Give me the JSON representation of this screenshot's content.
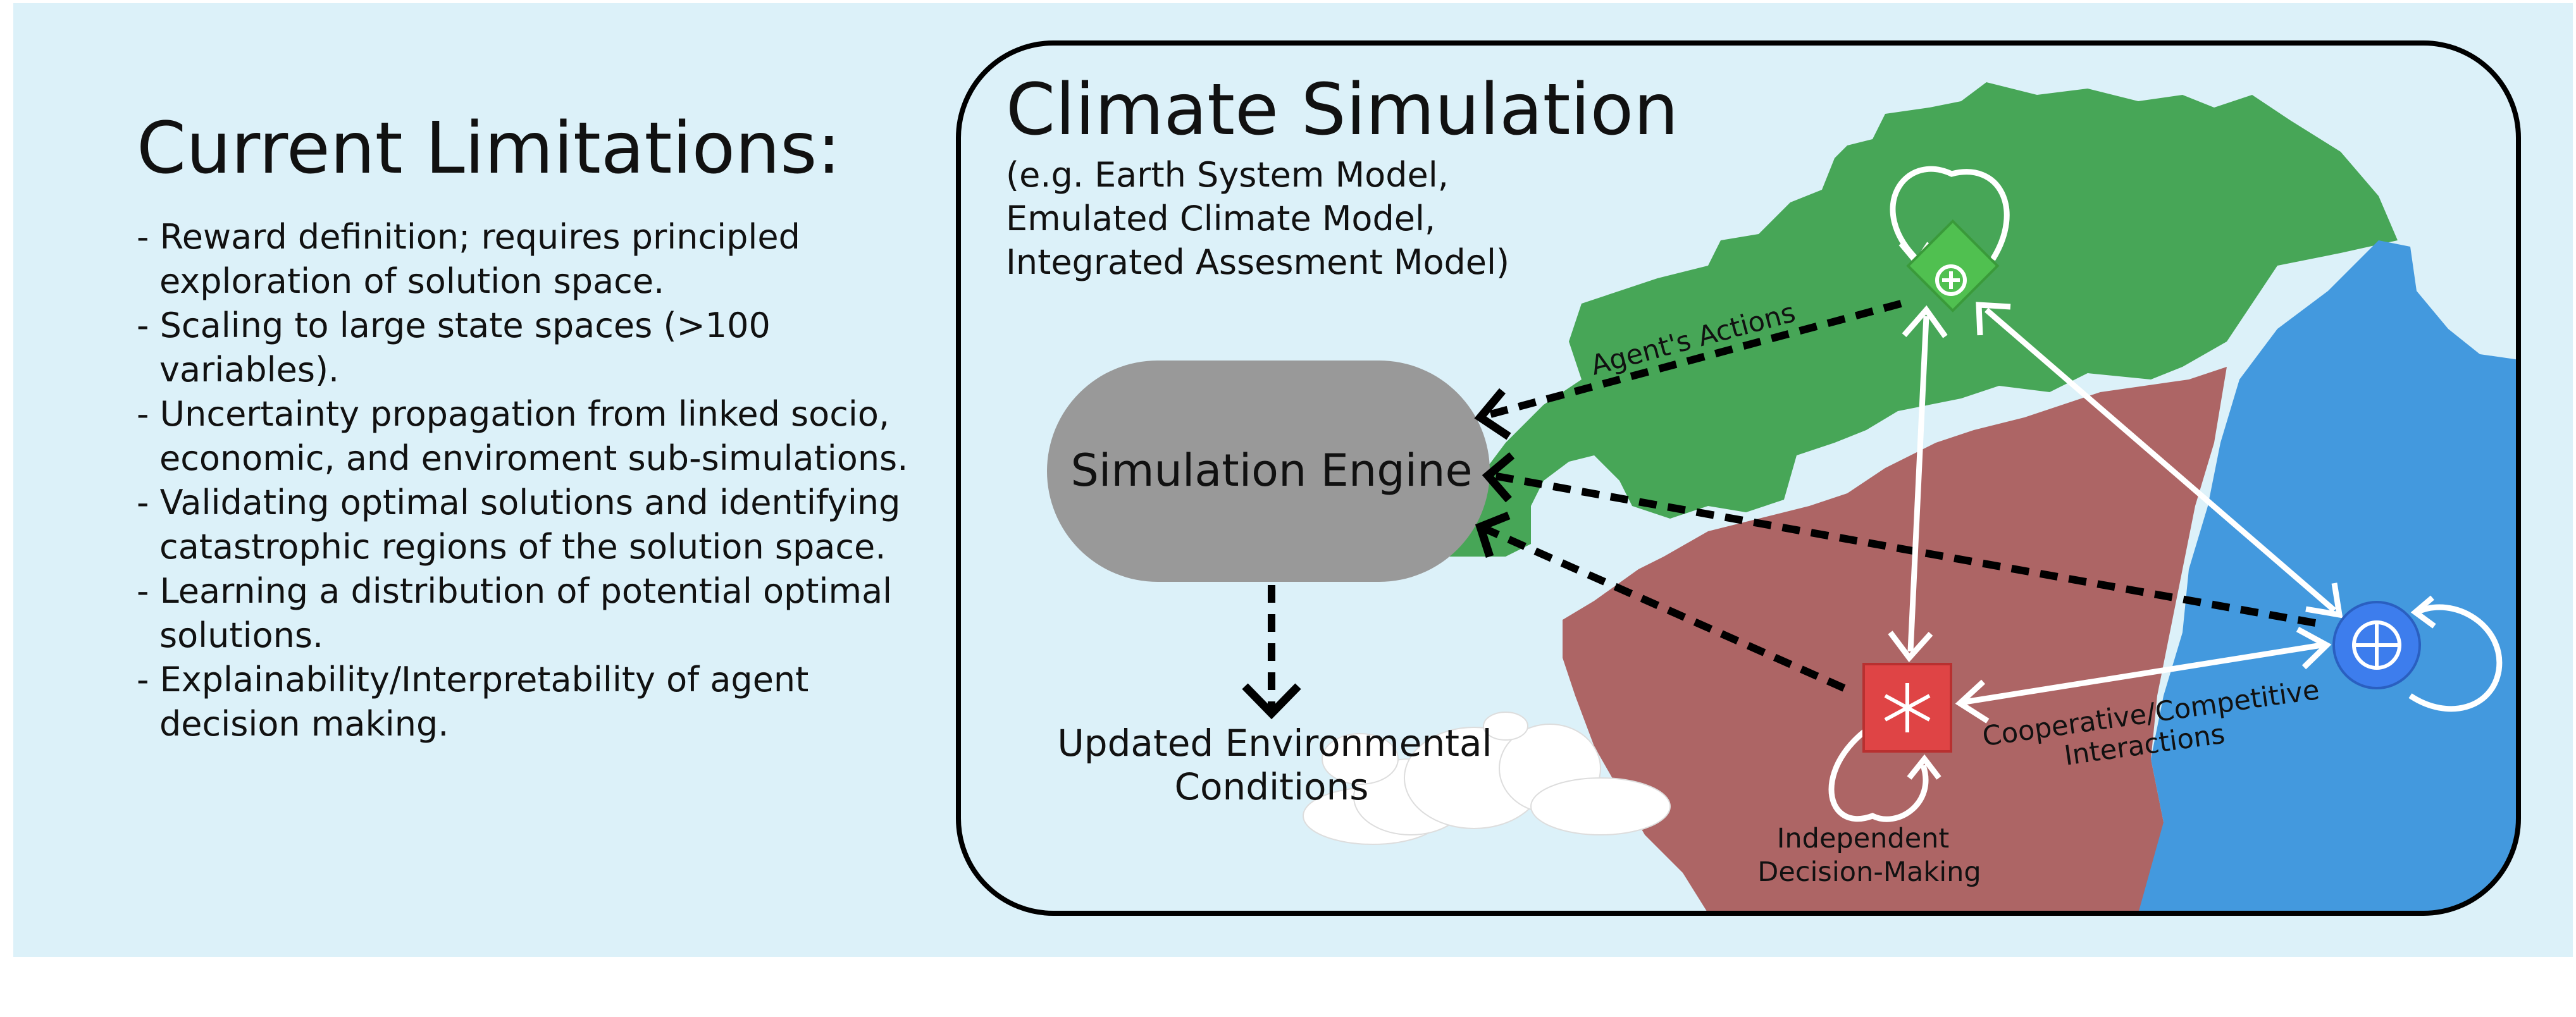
{
  "limitations": {
    "title": "Current Limitations:",
    "items": [
      "- Reward definition; requires principled exploration of solution space.",
      "- Scaling to large state spaces (>100 variables).",
      "- Uncertainty propagation from linked socio, economic, and enviroment sub-simulations.",
      "- Validating optimal solutions and identifying catastrophic regions of the solution space.",
      "- Learning a distribution of potential optimal solutions.",
      "- Explainability/Interpretability of agent decision making."
    ]
  },
  "simulation": {
    "title": "Climate Simulation",
    "subtitle_lines": [
      "(e.g. Earth System Model,",
      "Emulated Climate Model,",
      "Integrated Assesment Model)"
    ],
    "engine_label": "Simulation Engine",
    "output_lines": [
      "Updated Environmental",
      "Conditions"
    ],
    "agents_actions_label": "Agent's Actions",
    "interaction_lines": [
      "Cooperative/Competitive",
      "Interactions"
    ],
    "independent_lines": [
      "Independent",
      "Decision-Making"
    ]
  },
  "colors": {
    "background": "#dcf1f9",
    "engine": "#999999",
    "green_region": "#47a657",
    "red_region": "#ad6565",
    "blue_region": "#4399de",
    "agent_green": "#50c050",
    "agent_red": "#df4445",
    "agent_blue": "#3d7ded"
  },
  "icons": [
    "plus-diamond-icon",
    "asterisk-square-icon",
    "circled-plus-icon"
  ]
}
